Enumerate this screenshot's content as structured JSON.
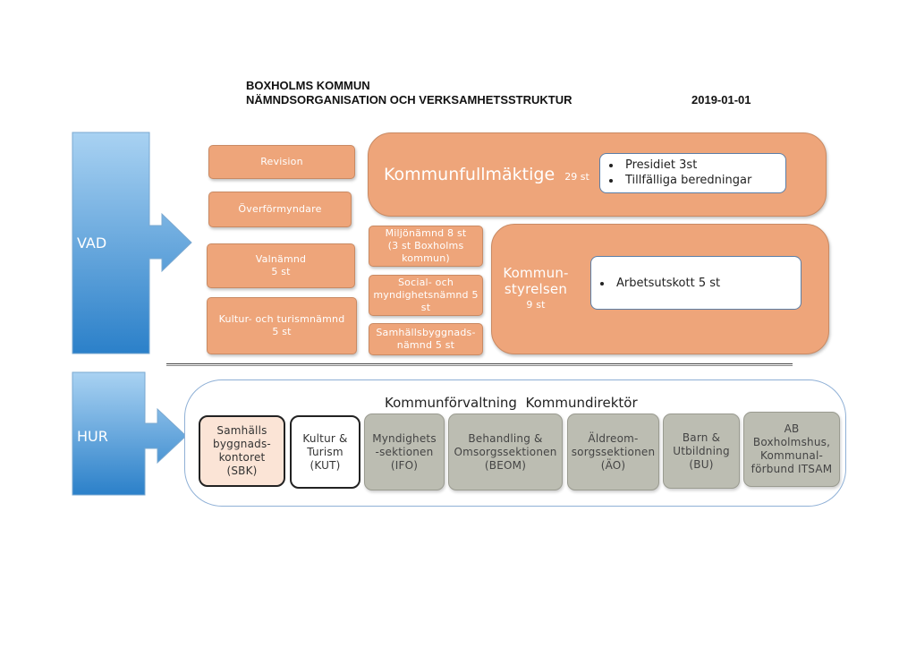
{
  "header": {
    "line1": "BOXHOLMS KOMMUN",
    "line2": "NÄMNDSORGANISATION OCH VERKSAMHETSSTRUKTUR",
    "date": "2019-01-01"
  },
  "side": {
    "vad": "VAD",
    "hur": "HUR"
  },
  "vad": {
    "revision": "Revision",
    "overformyndare": "Överförmyndare",
    "valnamnd": [
      "Valnämnd",
      "5 st"
    ],
    "kultur": [
      "Kultur- och turismnämnd",
      "5 st"
    ],
    "miljo": [
      "Miljönämnd 8 st",
      "(3 st Boxholms",
      "kommun)"
    ],
    "social": [
      "Social- och",
      "myndighetsnämnd 5",
      "st"
    ],
    "samhallsbygg": [
      "Samhällsbyggnads-",
      "nämnd  5 st"
    ],
    "kf": {
      "title": "Kommunfullmäktige",
      "count": "29 st",
      "items": [
        "Presidiet 3st",
        "Tillfälliga beredningar"
      ]
    },
    "ks": {
      "title": [
        "Kommun-",
        "styrelsen",
        "9 st"
      ],
      "items": [
        "Arbetsutskott  5 st"
      ]
    }
  },
  "hur": {
    "title": "Kommunförvaltning  Kommundirektör",
    "units": [
      {
        "lines": [
          "Samhälls",
          "byggnads-",
          "kontoret",
          "(SBK)"
        ]
      },
      {
        "lines": [
          "Kultur &",
          "Turism",
          "(KUT)"
        ]
      },
      {
        "lines": [
          "Myndighets",
          "-sektionen",
          "(IFO)"
        ]
      },
      {
        "lines": [
          "Behandling &",
          "Omsorgssektionen",
          "(BEOM)"
        ]
      },
      {
        "lines": [
          "Äldreom-",
          "sorgssektionen",
          "(ÄO)"
        ]
      },
      {
        "lines": [
          "Barn &",
          "Utbildning",
          "(BU)"
        ]
      },
      {
        "lines": [
          "AB",
          "Boxholmshus,",
          "Kommunal-",
          "förbund ITSAM"
        ]
      }
    ]
  },
  "colors": {
    "orange": "#eea57a",
    "grey_unit": "#bcbdb2",
    "pink_unit": "#fbe4d6",
    "arrow_top": "#a9d2f2",
    "arrow_bottom": "#2b80c9"
  }
}
